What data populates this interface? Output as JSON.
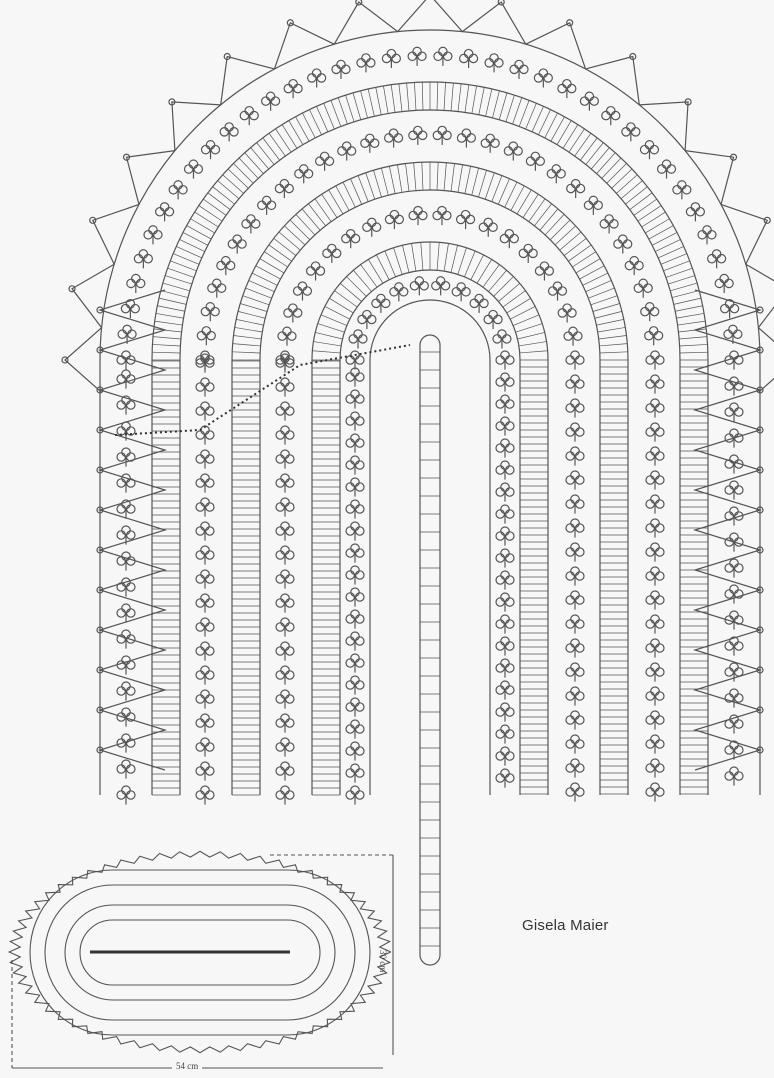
{
  "credit": "Gisela Maier",
  "overview": {
    "height_label": "30 cm",
    "width_label": "54 cm"
  },
  "colors": {
    "line": "#555555",
    "background": "#f7f7f7"
  }
}
